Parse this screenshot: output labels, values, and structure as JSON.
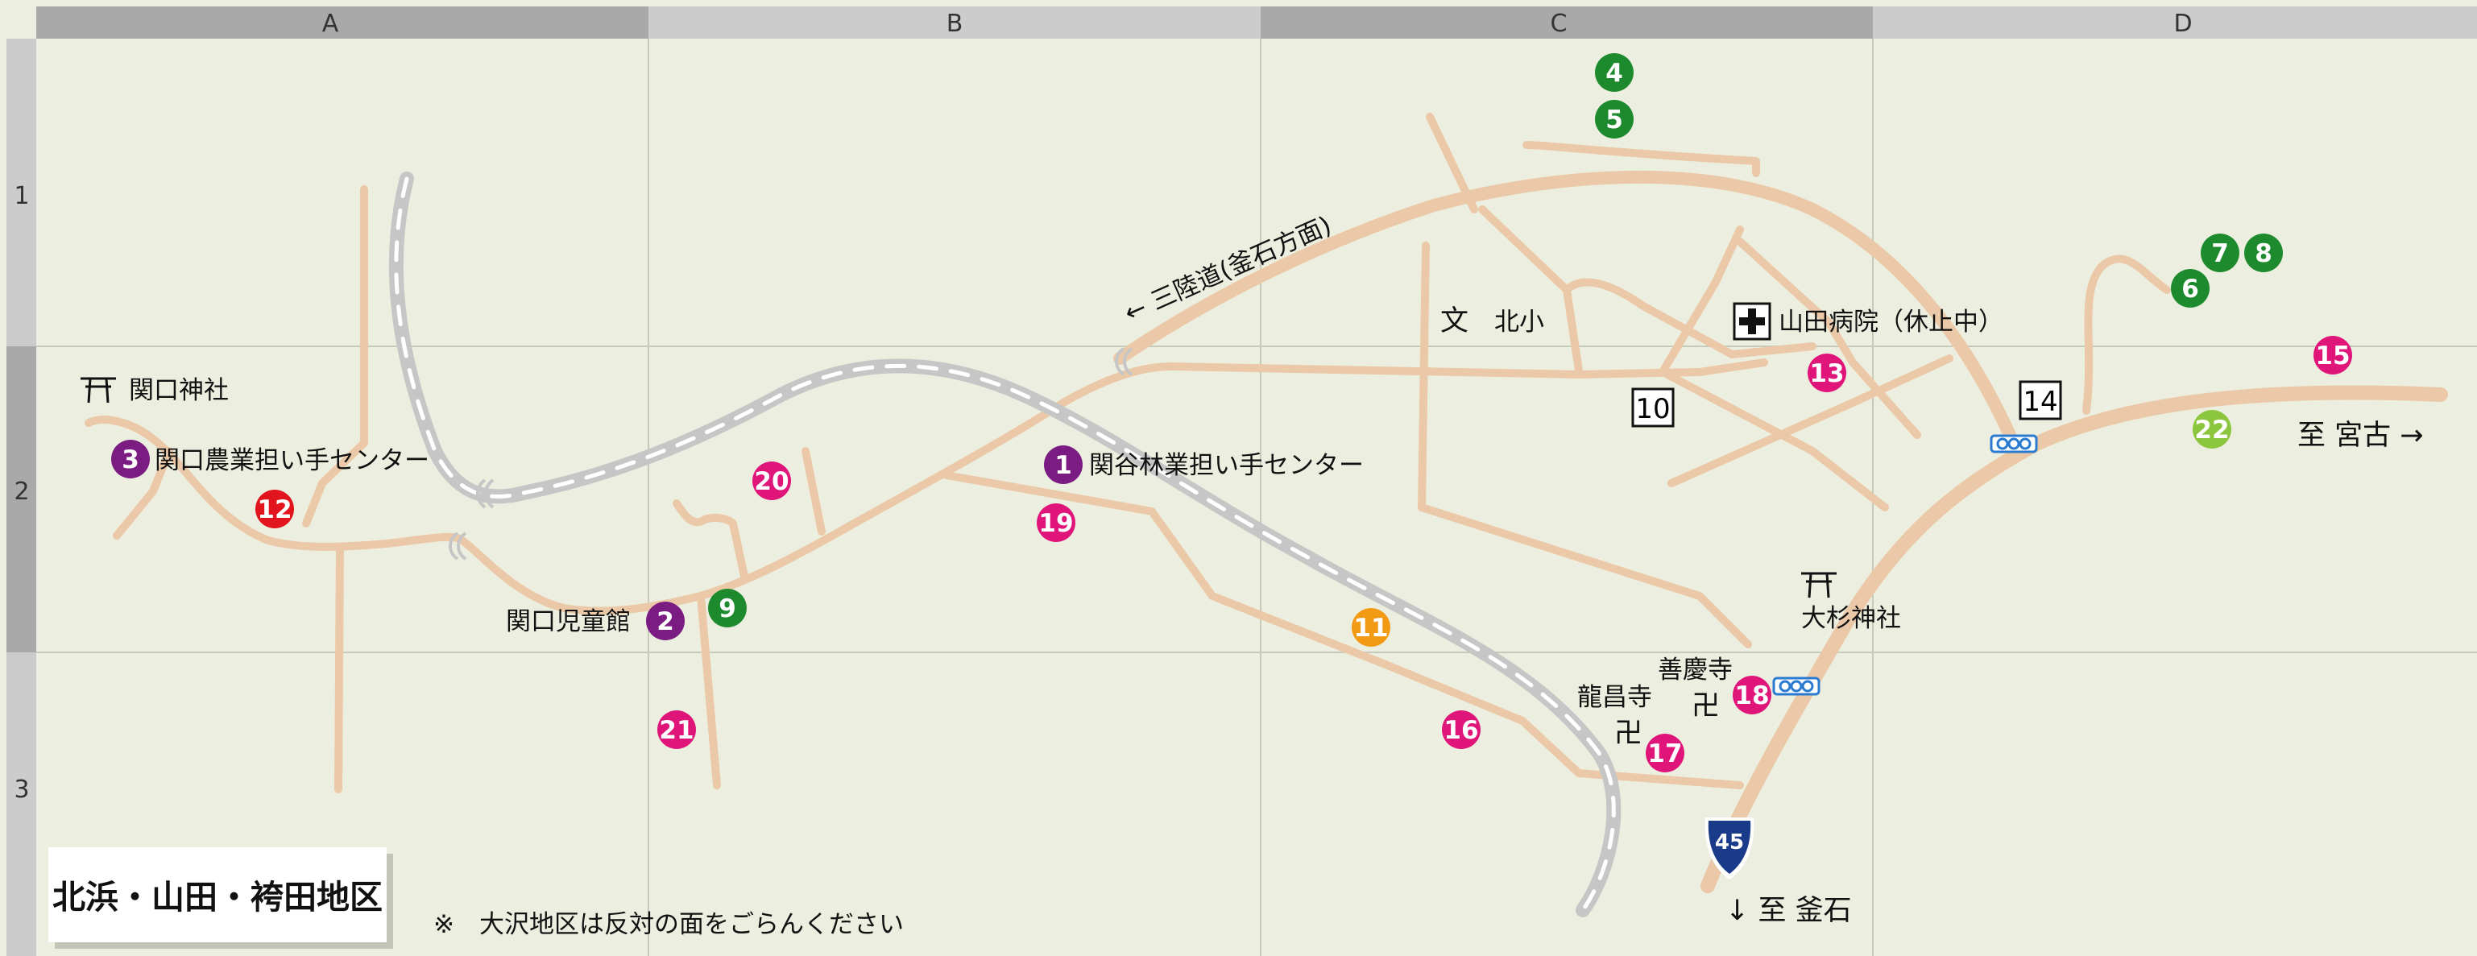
{
  "grid": {
    "columns": [
      "A",
      "B",
      "C",
      "D"
    ],
    "rows": [
      "1",
      "2",
      "3"
    ]
  },
  "title": "北浜・山田・袴田地区",
  "note": "※　大沢地区は反対の面をごらんください",
  "directions": {
    "sanriku": "←  三陸道(釜石方面)",
    "miyako": "至  宮古  →",
    "kamaishi": "↓  至   釜石"
  },
  "places": {
    "sekiguchi_shrine": "関口神社",
    "sekiguchi_agri": "関口農業担い手センター",
    "sekiya_forest": "関谷林業担い手センター",
    "sekiguchi_jidokan": "関口児童館",
    "kitasho": "北小",
    "yamada_hospital": "山田病院（休止中）",
    "osugi_shrine": "大杉神社",
    "zenkeiji": "善慶寺",
    "ryushoji": "龍昌寺"
  },
  "symbols": {
    "torii": "⛩",
    "school": "文",
    "temple": "卍",
    "hospital": "✚"
  },
  "route_sign": "45",
  "colors": {
    "background": "#ecefdf",
    "road": "#ebc9a8",
    "highway": "#c6c6c6",
    "green": "#1e8a2e",
    "magenta": "#e0157a",
    "purple": "#7a1c82",
    "red": "#e2141d",
    "orange": "#f39a14",
    "lime": "#8cc63e",
    "route_blue": "#1a3a8a"
  },
  "markers": [
    {
      "num": "1",
      "color": "purple"
    },
    {
      "num": "2",
      "color": "purple"
    },
    {
      "num": "3",
      "color": "purple"
    },
    {
      "num": "4",
      "color": "green"
    },
    {
      "num": "5",
      "color": "green"
    },
    {
      "num": "6",
      "color": "green"
    },
    {
      "num": "7",
      "color": "green"
    },
    {
      "num": "8",
      "color": "green"
    },
    {
      "num": "9",
      "color": "green"
    },
    {
      "num": "11",
      "color": "orange"
    },
    {
      "num": "12",
      "color": "red"
    },
    {
      "num": "13",
      "color": "magenta"
    },
    {
      "num": "15",
      "color": "magenta"
    },
    {
      "num": "16",
      "color": "magenta"
    },
    {
      "num": "17",
      "color": "magenta"
    },
    {
      "num": "18",
      "color": "magenta"
    },
    {
      "num": "19",
      "color": "magenta"
    },
    {
      "num": "20",
      "color": "magenta"
    },
    {
      "num": "21",
      "color": "magenta"
    },
    {
      "num": "22",
      "color": "lime"
    }
  ],
  "boxed_markers": [
    "10",
    "14"
  ]
}
